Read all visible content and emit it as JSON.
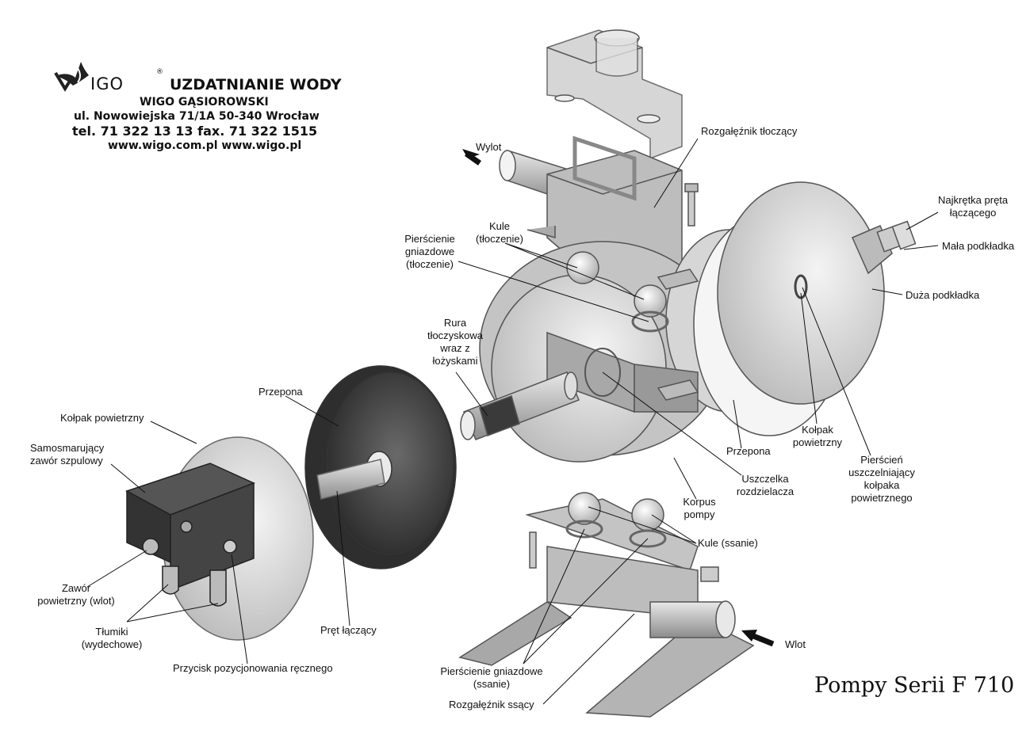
{
  "header": {
    "brand": "IGO",
    "registered": "®",
    "company_title": "UZDATNIANIE WODY",
    "company_name": "WIGO GĄSIOROWSKI",
    "address": "ul. Nowowiejska 71/1A 50-340 Wrocław",
    "phone": "tel. 71 322 13 13  fax. 71 322 1515",
    "web": "www.wigo.com.pl  www.wigo.pl"
  },
  "title": "Pompy Serii F 710",
  "labels": {
    "wylot": "Wylot",
    "rozgaleznik_tloczacy": "Rozgałęźnik tłoczący",
    "najkretka": [
      "Najkrętka pręta",
      "łączącego"
    ],
    "mala_podkladka": "Mała podkładka",
    "duza_podkladka": "Duża podkładka",
    "kule_tloczenie": [
      "Kule",
      "(tłoczenie)"
    ],
    "pierscienie_tloczenie": [
      "Pierścienie",
      "gniazdowe",
      "(tłoczenie)"
    ],
    "rura": [
      "Rura",
      "tłoczyskowa",
      "wraz z",
      "łożyskami"
    ],
    "przepona_left": "Przepona",
    "kolpak_left": "Kołpak powietrzny",
    "samosmarujacy": [
      "Samosmarujący",
      "zawór szpulowy"
    ],
    "zawor_powietrzny": [
      "Zawór",
      "powietrzny (wlot)"
    ],
    "tlumiki": [
      "Tłumiki",
      "(wydechowe)"
    ],
    "przycisk": "Przycisk pozycjonowania ręcznego",
    "pret": "Pręt łączący",
    "przepona_right": "Przepona",
    "kolpak_right": [
      "Kołpak",
      "powietrzny"
    ],
    "pierscien_uszcz": [
      "Pierścień",
      "uszczelniający",
      "kołpaka",
      "powietrznego"
    ],
    "uszczelka": [
      "Uszczelka",
      "rozdzielacza"
    ],
    "korpus": [
      "Korpus",
      "pompy"
    ],
    "kule_ssanie": "Kule (ssanie)",
    "wlot": "Wlot",
    "pierscienie_ssanie": [
      "Pierścienie gniazdowe",
      "(ssanie)"
    ],
    "rozgaleznik_ssacy": "Rozgałęźnik ssący"
  }
}
